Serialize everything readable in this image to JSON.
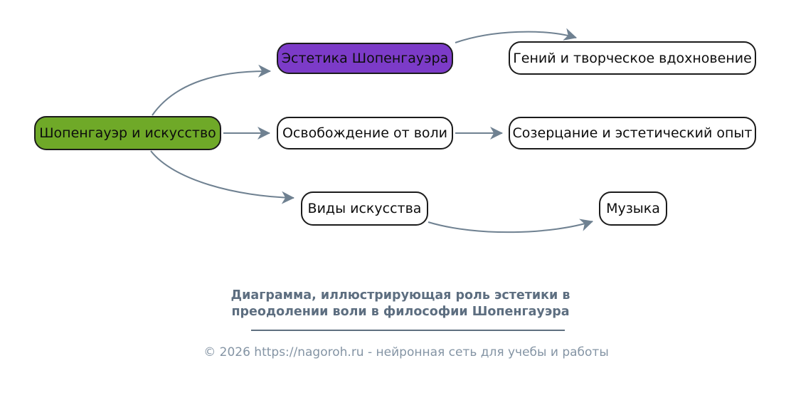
{
  "diagram": {
    "nodes": {
      "root": {
        "label": "Шопенгауэр и искусство"
      },
      "aesthetics": {
        "label": "Эстетика Шопенгауэра"
      },
      "genius": {
        "label": "Гений и творческое вдохновение"
      },
      "liberation": {
        "label": "Освобождение от воли"
      },
      "contemplation": {
        "label": "Созерцание и эстетический опыт"
      },
      "art_forms": {
        "label": "Виды искусства"
      },
      "music": {
        "label": "Музыка"
      }
    },
    "edges": [
      {
        "from": "root",
        "to": "aesthetics"
      },
      {
        "from": "aesthetics",
        "to": "genius"
      },
      {
        "from": "root",
        "to": "liberation"
      },
      {
        "from": "liberation",
        "to": "contemplation"
      },
      {
        "from": "root",
        "to": "art_forms"
      },
      {
        "from": "art_forms",
        "to": "music"
      }
    ],
    "colors": {
      "root_bg": "#6fa928",
      "aesthetics_bg": "#7c3bc8",
      "node_bg": "#ffffff",
      "node_border": "#1b1b1b",
      "arrow": "#6f8191",
      "caption_text": "#5d6e80",
      "watermark_text": "#8494a4"
    }
  },
  "caption": {
    "line1": "Диаграмма, иллюстрирующая роль эстетики в",
    "line2": "преодолении воли в философии Шопенгауэра"
  },
  "footer": {
    "text": "© 2026 https://nagoroh.ru - нейронная сеть для учебы и работы"
  }
}
